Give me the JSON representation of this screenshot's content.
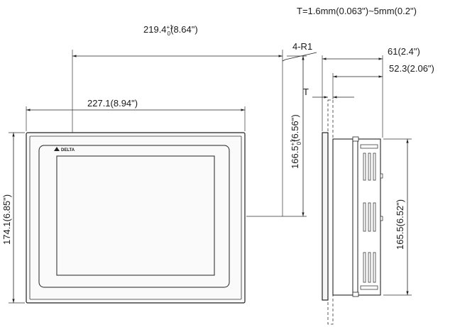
{
  "thickness_note": "T=1.6mm(0.063\")~5mm(0.2\")",
  "dims": {
    "cutout_width": {
      "main": "219.4",
      "tol_upper": "+1",
      "tol_lower": "0",
      "imperial": "(8.64\")"
    },
    "corner_radius": "4-R1",
    "panel_width": "227.1(8.94\")",
    "panel_height": "174.1(6.85\")",
    "cutout_height": {
      "main": "166.5",
      "tol_upper": "+1",
      "tol_lower": "0",
      "imperial": "(6.56\")"
    },
    "total_depth": "61(2.4\")",
    "body_depth": "52.3(2.06\")",
    "thickness_label": "T",
    "body_height": "165.5(6.52\")"
  },
  "logo": {
    "text": "DELTA"
  }
}
